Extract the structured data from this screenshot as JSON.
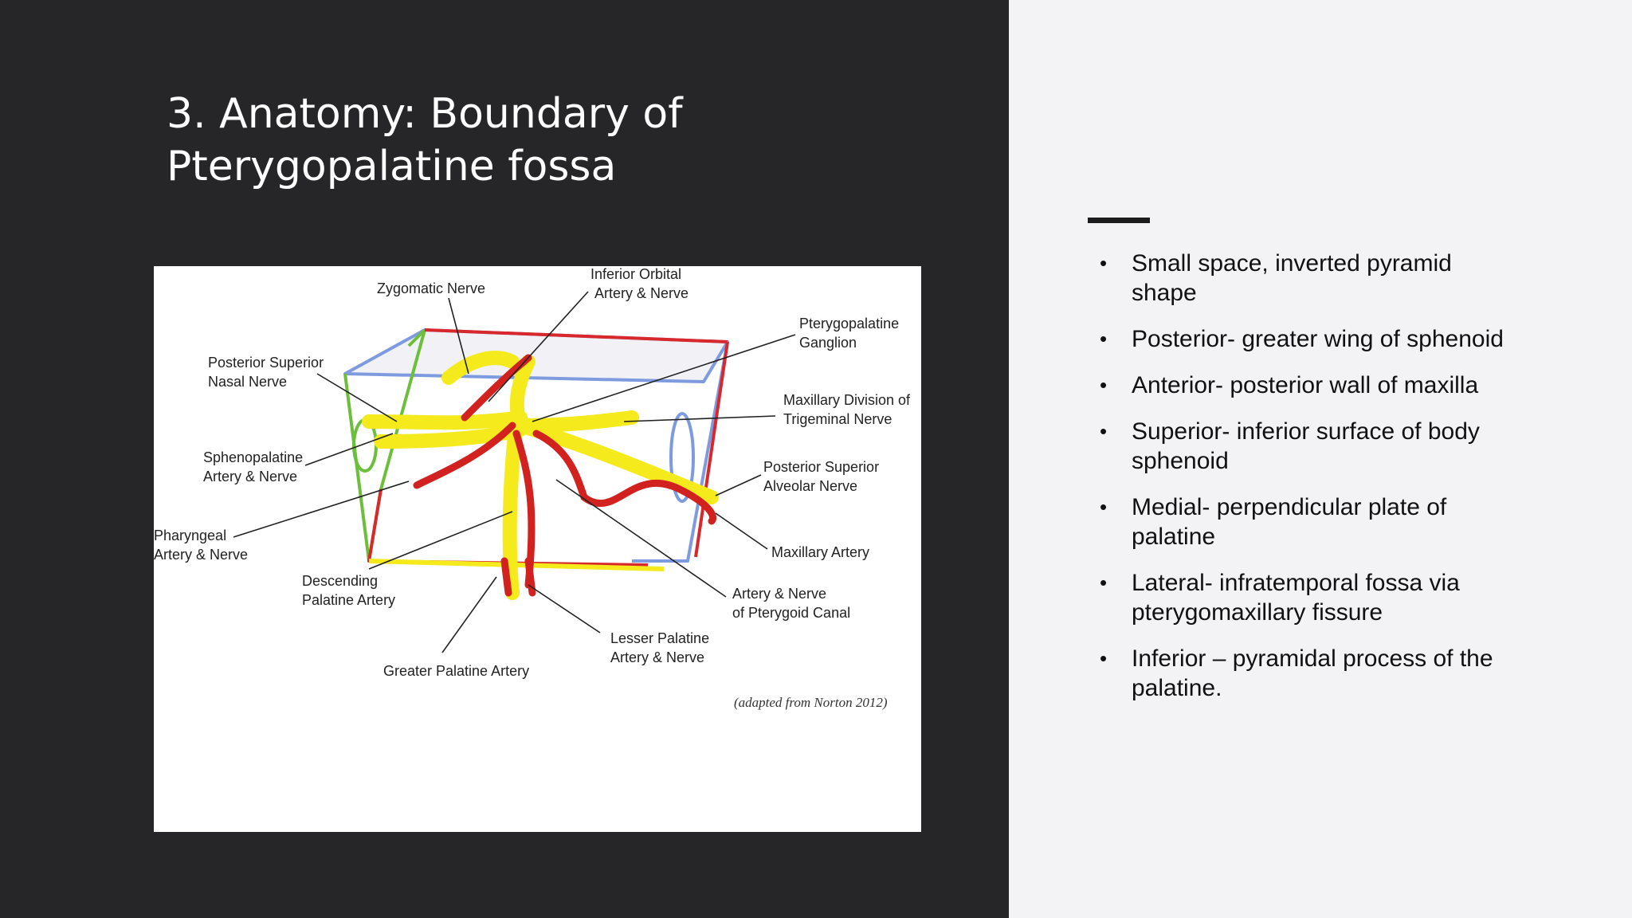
{
  "slide": {
    "title_line1": "3. Anatomy: Boundary of",
    "title_line2": "Pterygopalatine fossa"
  },
  "figure": {
    "labels": {
      "zygomatic_nerve": "Zygomatic Nerve",
      "inferior_orbital_1": "Inferior Orbital",
      "inferior_orbital_2": "Artery & Nerve",
      "pterygopalatine_1": "Pterygopalatine",
      "pterygopalatine_2": "Ganglion",
      "post_sup_nasal_1": "Posterior Superior",
      "post_sup_nasal_2": "Nasal Nerve",
      "maxillary_div_1": "Maxillary Division of",
      "maxillary_div_2": "Trigeminal Nerve",
      "sphenopalatine_1": "Sphenopalatine",
      "sphenopalatine_2": "Artery & Nerve",
      "post_sup_alv_1": "Posterior Superior",
      "post_sup_alv_2": "Alveolar Nerve",
      "pharyngeal_1": "Pharyngeal",
      "pharyngeal_2": "Artery & Nerve",
      "maxillary_artery": "Maxillary Artery",
      "descending_1": "Descending",
      "descending_2": "Palatine Artery",
      "pterygoid_canal_1": "Artery & Nerve",
      "pterygoid_canal_2": "of Pterygoid Canal",
      "lesser_palatine_1": "Lesser Palatine",
      "lesser_palatine_2": "Artery & Nerve",
      "greater_palatine": "Greater Palatine Artery"
    },
    "credit": "(adapted from Norton 2012)",
    "colors": {
      "box_blue": "#7f9be0",
      "box_red": "#d8282c",
      "box_green": "#6cbf3a",
      "nerve": "#f4ea1c",
      "artery": "#d1221f"
    }
  },
  "bullets": [
    "Small space, inverted pyramid shape",
    "Posterior- greater wing of sphenoid",
    "Anterior- posterior wall of maxilla",
    "Superior- inferior surface of body sphenoid",
    "Medial- perpendicular plate of palatine",
    "Lateral- infratemporal fossa via pterygomaxillary fissure",
    "Inferior – pyramidal process of the palatine."
  ]
}
